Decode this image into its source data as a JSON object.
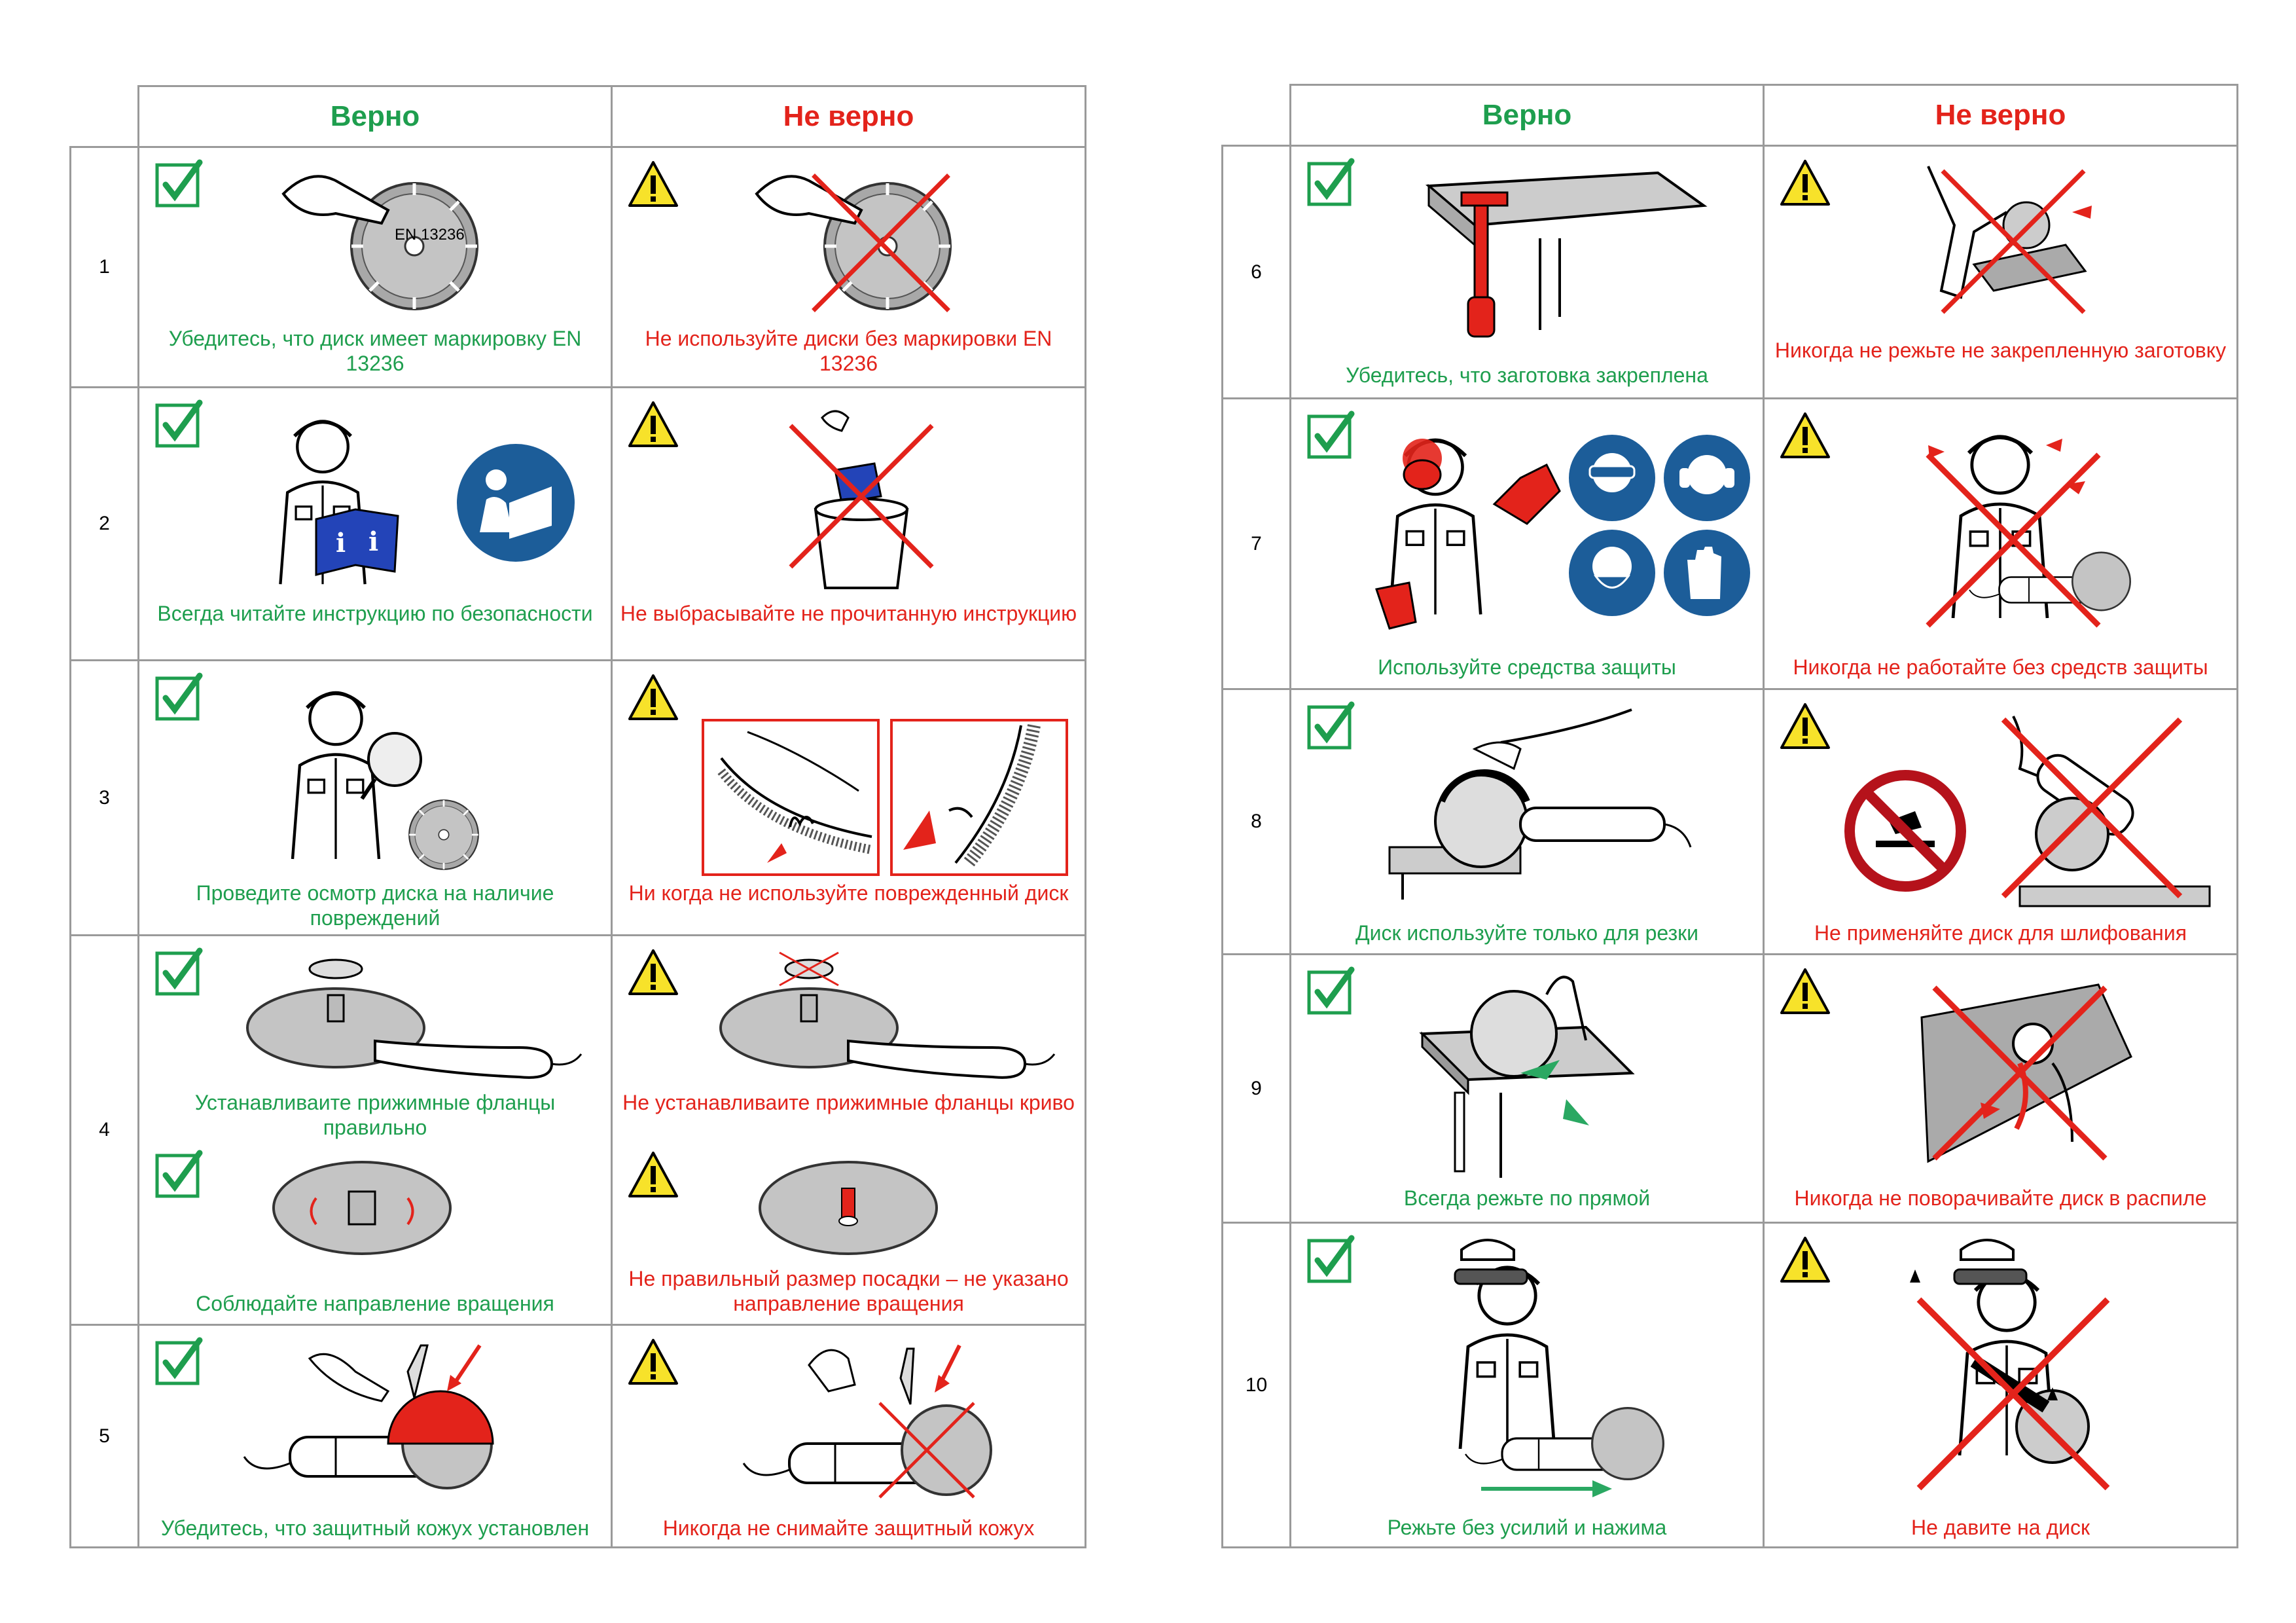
{
  "colors": {
    "correct": "#1e9e4e",
    "wrong": "#e3231b",
    "border": "#9a9a9a",
    "warning": "#f7e22a",
    "mandatory_blue": "#1c5d99"
  },
  "left_table": {
    "header_correct": "Верно",
    "header_wrong": "Не верно",
    "rows": [
      {
        "num": "1",
        "correct": [
          "Убедитесь, что диск имеет маркировку EN 13236"
        ],
        "wrong": [
          "Не используйте диски без маркировки EN 13236"
        ],
        "disk_label": "EN 13236"
      },
      {
        "num": "2",
        "correct": [
          "Всегда читайте инструкцию по безопасности"
        ],
        "wrong": [
          "Не выбрасывайте не прочитанную инструкцию"
        ]
      },
      {
        "num": "3",
        "correct": [
          "Проведите осмотр диска на наличие повреждений"
        ],
        "wrong": [
          "Ни когда не используйте поврежденный диск"
        ]
      },
      {
        "num": "4",
        "correct": [
          "Устанавливаите прижимные фланцы правильно",
          "Соблюдайте направление вращения"
        ],
        "wrong": [
          "Не устанавливаите прижимные фланцы криво",
          "Не правильный размер посадки – не указано направление вращения"
        ]
      },
      {
        "num": "5",
        "correct": [
          "Убедитесь, что защитный кожух установлен"
        ],
        "wrong": [
          "Никогда не снимайте защитный кожух"
        ]
      }
    ]
  },
  "right_table": {
    "header_correct": "Верно",
    "header_wrong": "Не верно",
    "rows": [
      {
        "num": "6",
        "correct": [
          "Убедитесь, что заготовка закреплена"
        ],
        "wrong": [
          "Никогда не режьте не закрепленную заготовку"
        ]
      },
      {
        "num": "7",
        "correct": [
          "Используйте средства защиты"
        ],
        "wrong": [
          "Никогда не работайте без средств защиты"
        ]
      },
      {
        "num": "8",
        "correct": [
          "Диск используйте только для резки"
        ],
        "wrong": [
          "Не применяйте диск для шлифования"
        ]
      },
      {
        "num": "9",
        "correct": [
          "Всегда режьте по прямой"
        ],
        "wrong": [
          "Никогда не поворачивайте диск в распиле"
        ]
      },
      {
        "num": "10",
        "correct": [
          "Режьте без усилий и нажима"
        ],
        "wrong": [
          "Не давите на диск"
        ]
      }
    ]
  }
}
